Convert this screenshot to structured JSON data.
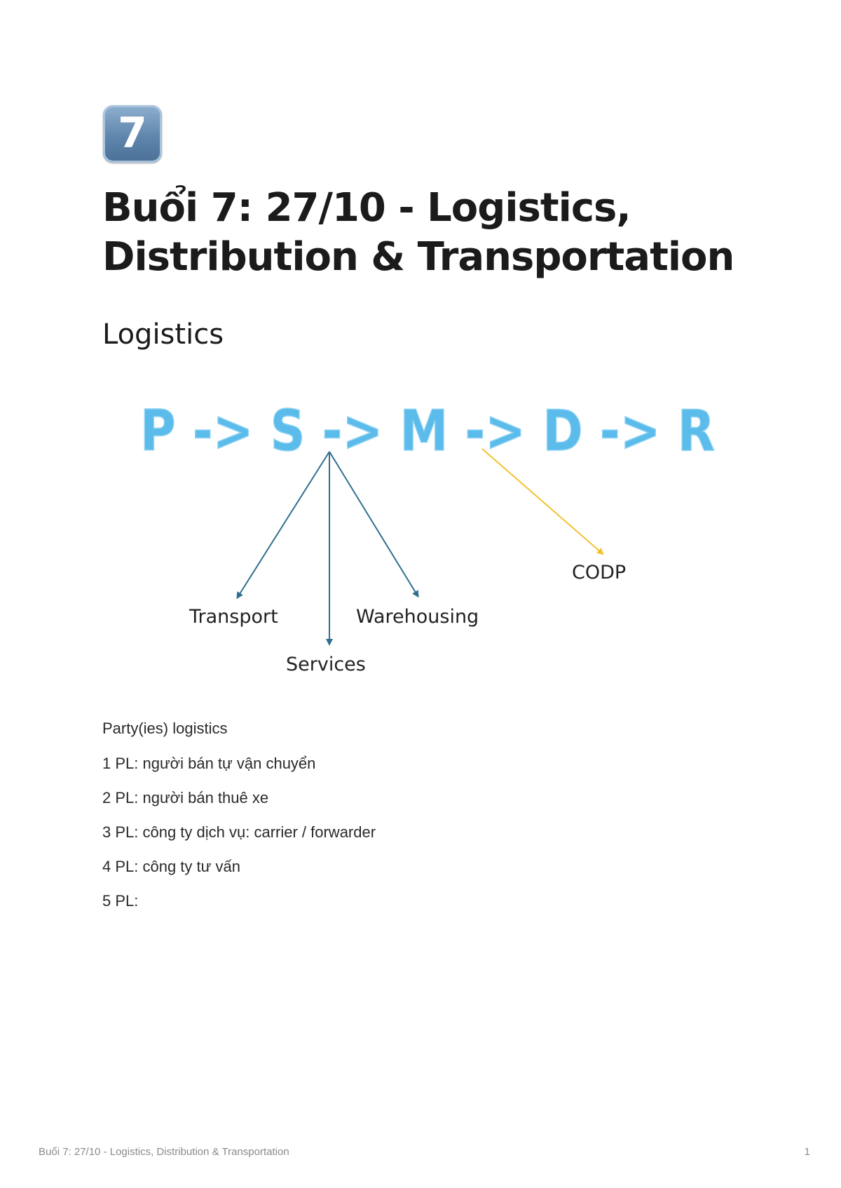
{
  "keycap": {
    "label": "7"
  },
  "title": "Buổi 7: 27/10 - Logistics, Distribution & Transportation",
  "section_heading": "Logistics",
  "diagram": {
    "chain_text": "P -> S -> M -> D -> R",
    "branch_labels": {
      "transport": "Transport",
      "services": "Services",
      "warehousing": "Warehousing",
      "codp": "CODP"
    },
    "colors": {
      "chain": "#5bbbea",
      "blue_arrow": "#2f6f8f",
      "yellow_arrow": "#f2c230"
    }
  },
  "body": {
    "intro": "Party(ies) logistics",
    "items": [
      "1 PL: người bán tự vận chuyển",
      "2 PL: người bán thuê xe",
      "3 PL: công ty dịch vụ: carrier / forwarder",
      "4 PL: công ty tư vấn",
      "5 PL:"
    ]
  },
  "footer": {
    "title": "Buổi 7: 27/10 - Logistics, Distribution & Transportation",
    "page_number": "1"
  }
}
